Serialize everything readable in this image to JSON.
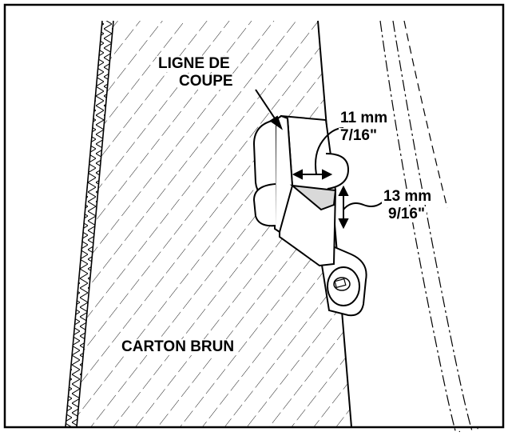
{
  "labels": {
    "cut_line_1": "LIGNE DE",
    "cut_line_2": "COUPE",
    "width_mm": "11 mm",
    "width_in": "7/16\"",
    "height_mm": "13 mm",
    "height_in": "9/16\"",
    "board": "CARTON BRUN"
  },
  "colors": {
    "ink": "#000000",
    "paper": "#ffffff"
  }
}
